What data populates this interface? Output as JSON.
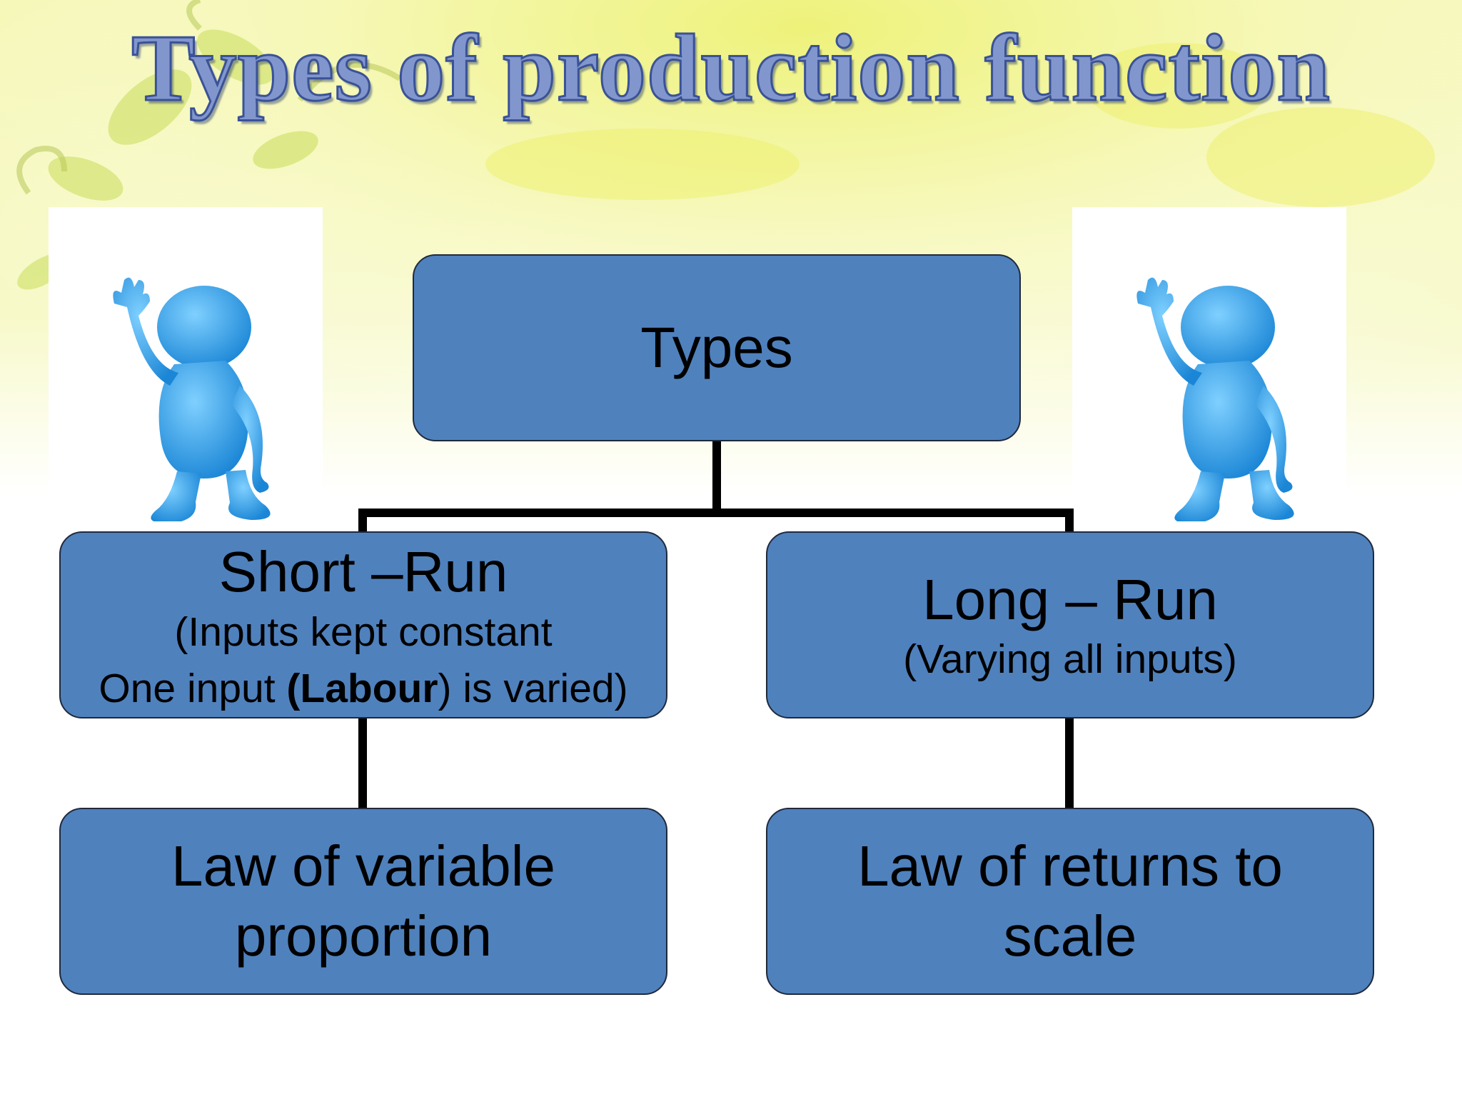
{
  "slide": {
    "title": "Types of production function"
  },
  "diagram": {
    "root": {
      "label": "Types"
    },
    "short_run": {
      "heading": "Short –Run",
      "line2": "(Inputs kept constant",
      "line3_prefix": "One input ",
      "line3_open": "(",
      "line3_bold": "Labour",
      "line3_suffix": ") is varied)"
    },
    "long_run": {
      "heading": "Long – Run",
      "line2": "(Varying all inputs)"
    },
    "law_variable": {
      "line1": "Law of variable",
      "line2": "proportion"
    },
    "law_returns": {
      "line1": "Law of returns to",
      "line2": "scale"
    }
  },
  "colors": {
    "box_fill": "#4f81bd",
    "box_border": "#1f2a3c",
    "connector": "#000000",
    "title_fill": "#8296ce",
    "figure_blue": "#2a9ee8"
  },
  "icons": {
    "left_figure": "waving-person-icon",
    "right_figure": "waving-person-icon"
  }
}
